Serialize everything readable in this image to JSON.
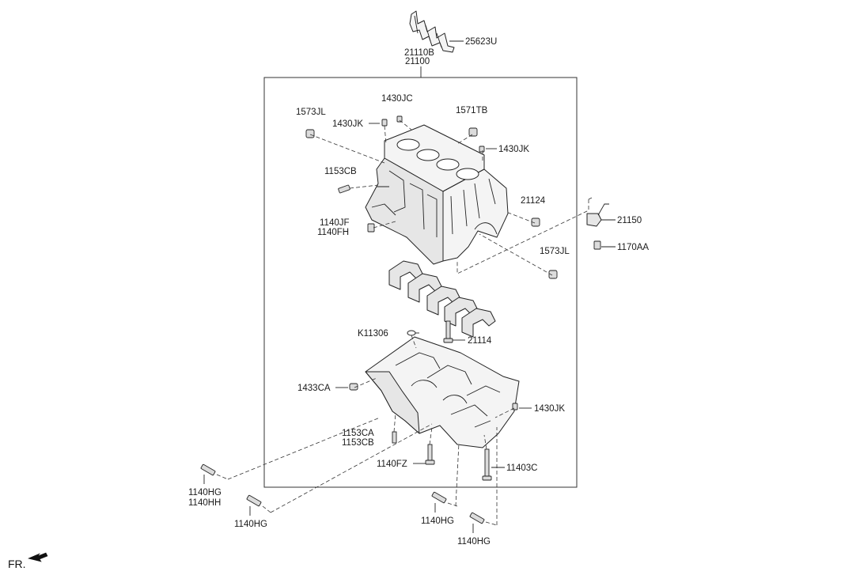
{
  "parts": {
    "p25623U": "25623U",
    "p21110B": "21110B",
    "p21100": "21100",
    "p1430JC": "1430JC",
    "p1573JL_top": "1573JL",
    "p1430JK_a": "1430JK",
    "p1571TB": "1571TB",
    "p1430JK_b": "1430JK",
    "p1153CB_top": "1153CB",
    "p21124": "21124",
    "p21150": "21150",
    "p1140JF": "1140JF",
    "p1140FH": "1140FH",
    "p1170AA": "1170AA",
    "p1573JL_bot": "1573JL",
    "pK11306": "K11306",
    "p21114": "21114",
    "p1433CA": "1433CA",
    "p1430JK_c": "1430JK",
    "p1153CA": "1153CA",
    "p1153CB_bot": "1153CB",
    "p1140FZ": "1140FZ",
    "p11403C": "11403C",
    "p1140HG_a": "1140HG",
    "p1140HH": "1140HH",
    "p1140HG_b": "1140HG",
    "p1140HG_c": "1140HG",
    "p1140HG_d": "1140HG"
  },
  "direction": {
    "label": "FR."
  },
  "icons": {
    "front_arrow": "front-direction-arrow-icon"
  }
}
